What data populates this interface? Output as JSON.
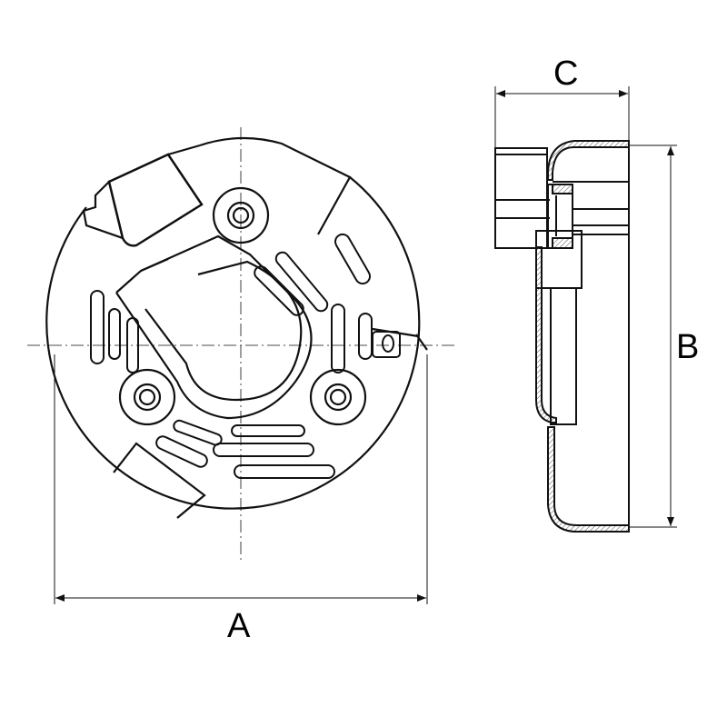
{
  "dimensions": {
    "a_label": "A",
    "b_label": "B",
    "c_label": "C"
  },
  "colors": {
    "line": "#111111",
    "hatch": "#555555",
    "background": "#ffffff"
  }
}
